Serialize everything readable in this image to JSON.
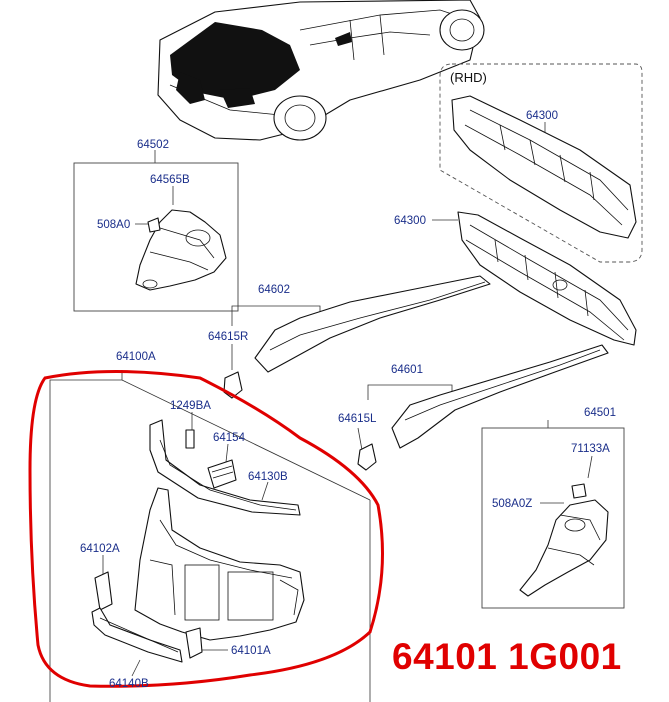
{
  "labels": {
    "p64502": "64502",
    "p64565B": "64565B",
    "p508A0": "508A0",
    "p64300_rhd": "64300",
    "p64300": "64300",
    "rhd": "(RHD)",
    "p64602": "64602",
    "p64615R": "64615R",
    "p64601": "64601",
    "p64615L": "64615L",
    "p64501": "64501",
    "p71133A": "71133A",
    "p508A0Z": "508A0Z",
    "p64100A": "64100A",
    "p1249BA": "1249BA",
    "p64154": "64154",
    "p64130B": "64130B",
    "p64102A": "64102A",
    "p64101A": "64101A",
    "p64140B": "64140B"
  },
  "part_number": "64101 1G001",
  "colors": {
    "label": "#1a2e8a",
    "highlight": "#e00000",
    "line": "#333333"
  }
}
